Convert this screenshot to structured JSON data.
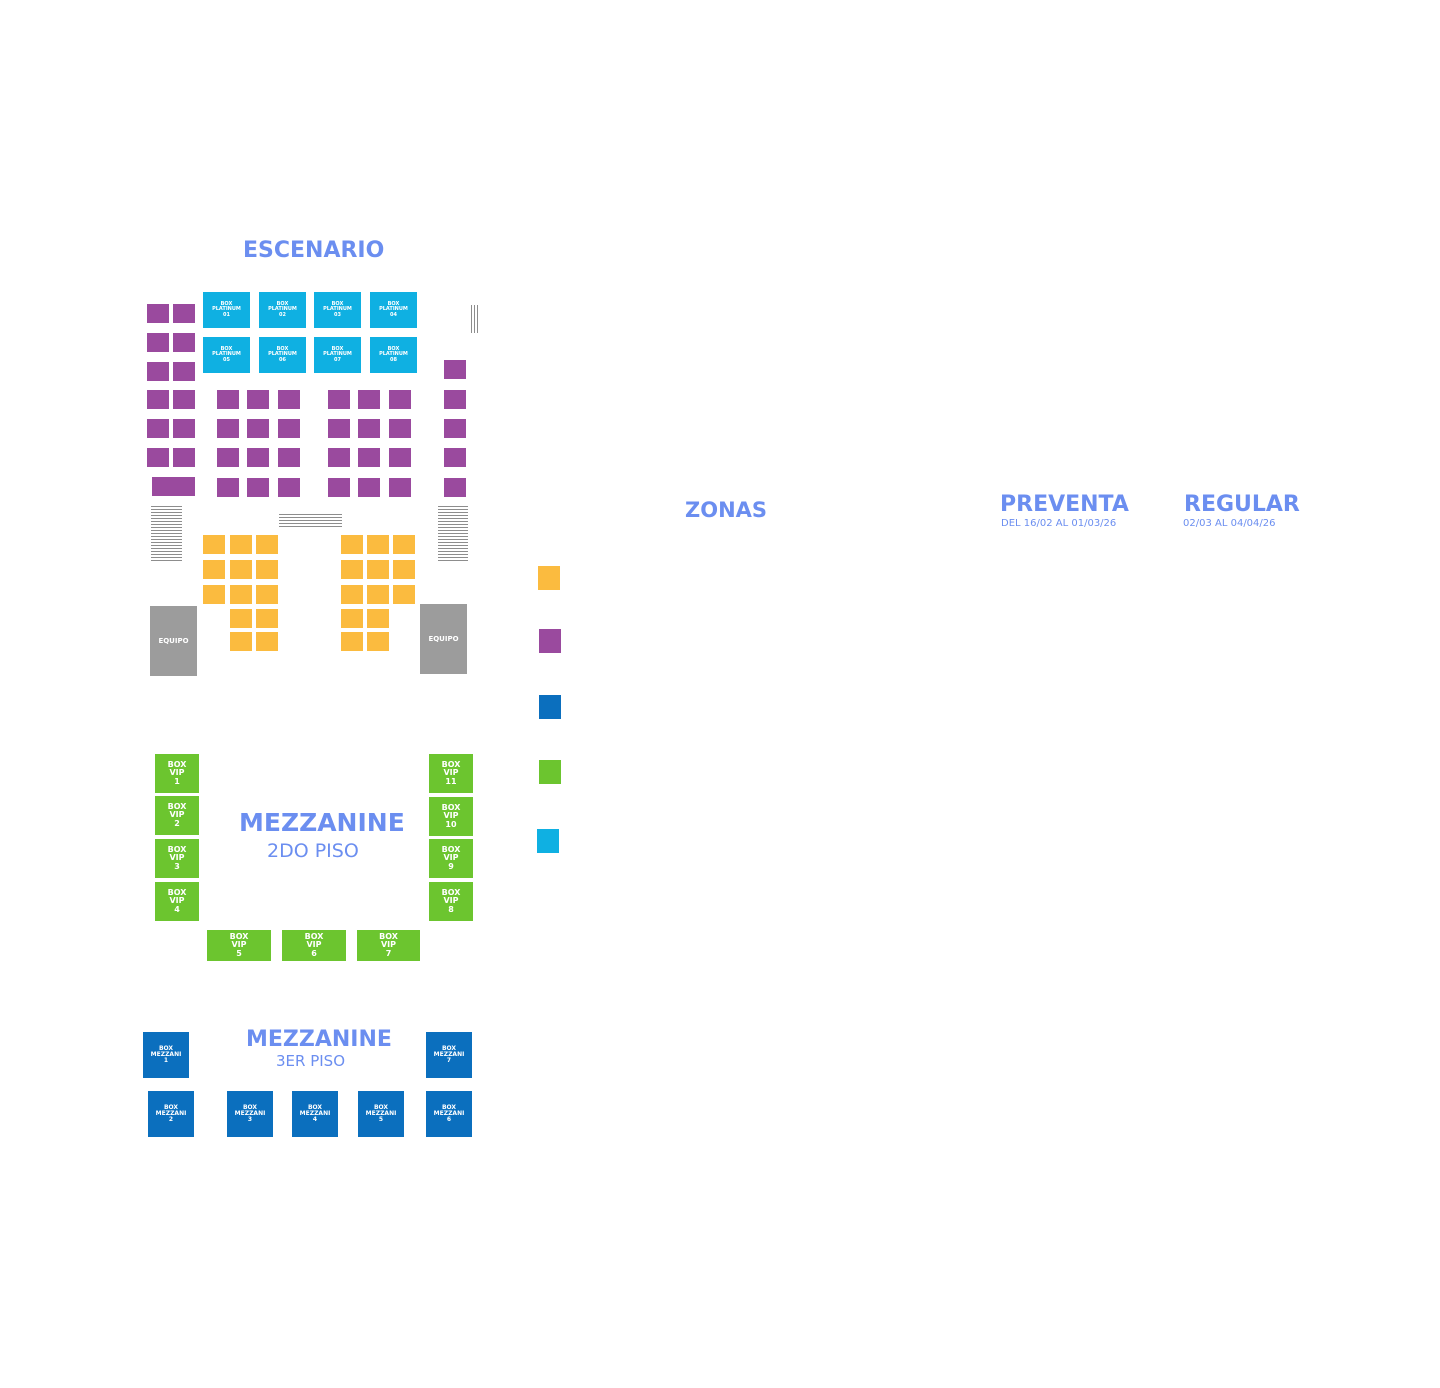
{
  "headings": {
    "stage": "ESCENARIO",
    "mezz2_title": "MEZZANINE",
    "mezz2_sub": "2DO PISO",
    "mezz3_title": "MEZZANINE",
    "mezz3_sub": "3ER PISO",
    "zones": "ZONAS",
    "presale": "PREVENTA",
    "presale_dates": "DEL 16/02 AL 01/03/26",
    "regular": "REGULAR",
    "regular_dates": "02/03 AL 04/04/26"
  },
  "equipment_label": "EQUIPO",
  "platinum_boxes": [
    {
      "line1": "BOX",
      "line2": "PLATINUM",
      "line3": "01"
    },
    {
      "line1": "BOX",
      "line2": "PLATINUM",
      "line3": "02"
    },
    {
      "line1": "BOX",
      "line2": "PLATINUM",
      "line3": "03"
    },
    {
      "line1": "BOX",
      "line2": "PLATINUM",
      "line3": "04"
    },
    {
      "line1": "BOX",
      "line2": "PLATINUM",
      "line3": "05"
    },
    {
      "line1": "BOX",
      "line2": "PLATINUM",
      "line3": "06"
    },
    {
      "line1": "BOX",
      "line2": "PLATINUM",
      "line3": "07"
    },
    {
      "line1": "BOX",
      "line2": "PLATINUM",
      "line3": "08"
    }
  ],
  "vip_boxes": [
    {
      "line1": "BOX",
      "line2": "VIP",
      "line3": "1"
    },
    {
      "line1": "BOX",
      "line2": "VIP",
      "line3": "2"
    },
    {
      "line1": "BOX",
      "line2": "VIP",
      "line3": "3"
    },
    {
      "line1": "BOX",
      "line2": "VIP",
      "line3": "4"
    },
    {
      "line1": "BOX",
      "line2": "VIP",
      "line3": "5"
    },
    {
      "line1": "BOX",
      "line2": "VIP",
      "line3": "6"
    },
    {
      "line1": "BOX",
      "line2": "VIP",
      "line3": "7"
    },
    {
      "line1": "BOX",
      "line2": "VIP",
      "line3": "8"
    },
    {
      "line1": "BOX",
      "line2": "VIP",
      "line3": "9"
    },
    {
      "line1": "BOX",
      "line2": "VIP",
      "line3": "10"
    },
    {
      "line1": "BOX",
      "line2": "VIP",
      "line3": "11"
    }
  ],
  "mezzani_boxes": [
    {
      "line1": "BOX",
      "line2": "MEZZANI",
      "line3": "1"
    },
    {
      "line1": "BOX",
      "line2": "MEZZANI",
      "line3": "2"
    },
    {
      "line1": "BOX",
      "line2": "MEZZANI",
      "line3": "3"
    },
    {
      "line1": "BOX",
      "line2": "MEZZANI",
      "line3": "4"
    },
    {
      "line1": "BOX",
      "line2": "MEZZANI",
      "line3": "5"
    },
    {
      "line1": "BOX",
      "line2": "MEZZANI",
      "line3": "6"
    },
    {
      "line1": "BOX",
      "line2": "MEZZANI",
      "line3": "7"
    }
  ],
  "colors": {
    "heading": "#6b8ef0",
    "yellow_zone": "#fbbb3f",
    "purple_zone": "#9a4a9e",
    "mezzanine_zone": "#0b6fbe",
    "vip_zone": "#6cc52f",
    "platinum_zone": "#0fb0e2",
    "equipment": "#9c9c9c"
  },
  "legend": [
    {
      "zone": "yellow",
      "color": "#fbbb3f"
    },
    {
      "zone": "purple",
      "color": "#9a4a9e"
    },
    {
      "zone": "mezzanine",
      "color": "#0b6fbe"
    },
    {
      "zone": "vip",
      "color": "#6cc52f"
    },
    {
      "zone": "platinum",
      "color": "#0fb0e2"
    }
  ]
}
